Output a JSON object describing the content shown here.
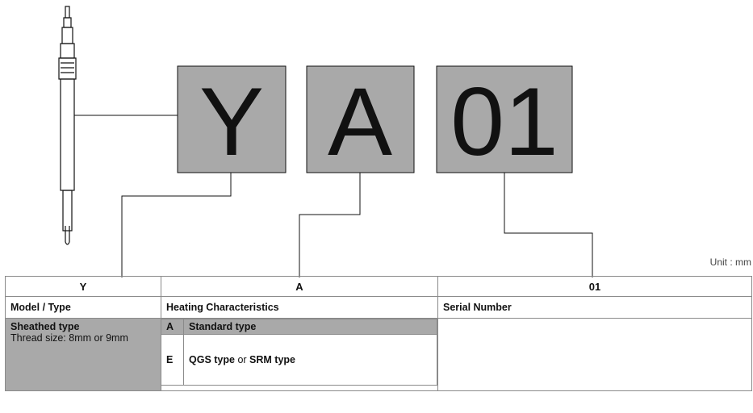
{
  "codes": [
    {
      "char": "Y"
    },
    {
      "char": "A"
    },
    {
      "char": "01"
    }
  ],
  "unit_label": "Unit : mm",
  "table": {
    "headers": [
      "Y",
      "A",
      "01"
    ],
    "titles": [
      "Model / Type",
      "Heating Characteristics",
      "Serial Number"
    ],
    "model": {
      "name": "Sheathed type",
      "detail": "Thread size: 8mm or 9mm"
    },
    "heating": [
      {
        "code": "A",
        "text_bold": "Standard type",
        "text_mid": "",
        "text_bold2": ""
      },
      {
        "code": "E",
        "text_bold": "QGS type",
        "text_mid": " or ",
        "text_bold2": "SRM type"
      }
    ]
  },
  "colors": {
    "box_fill": "#a9a9a9",
    "highlight": "#a9a9a9",
    "line": "#111111"
  }
}
